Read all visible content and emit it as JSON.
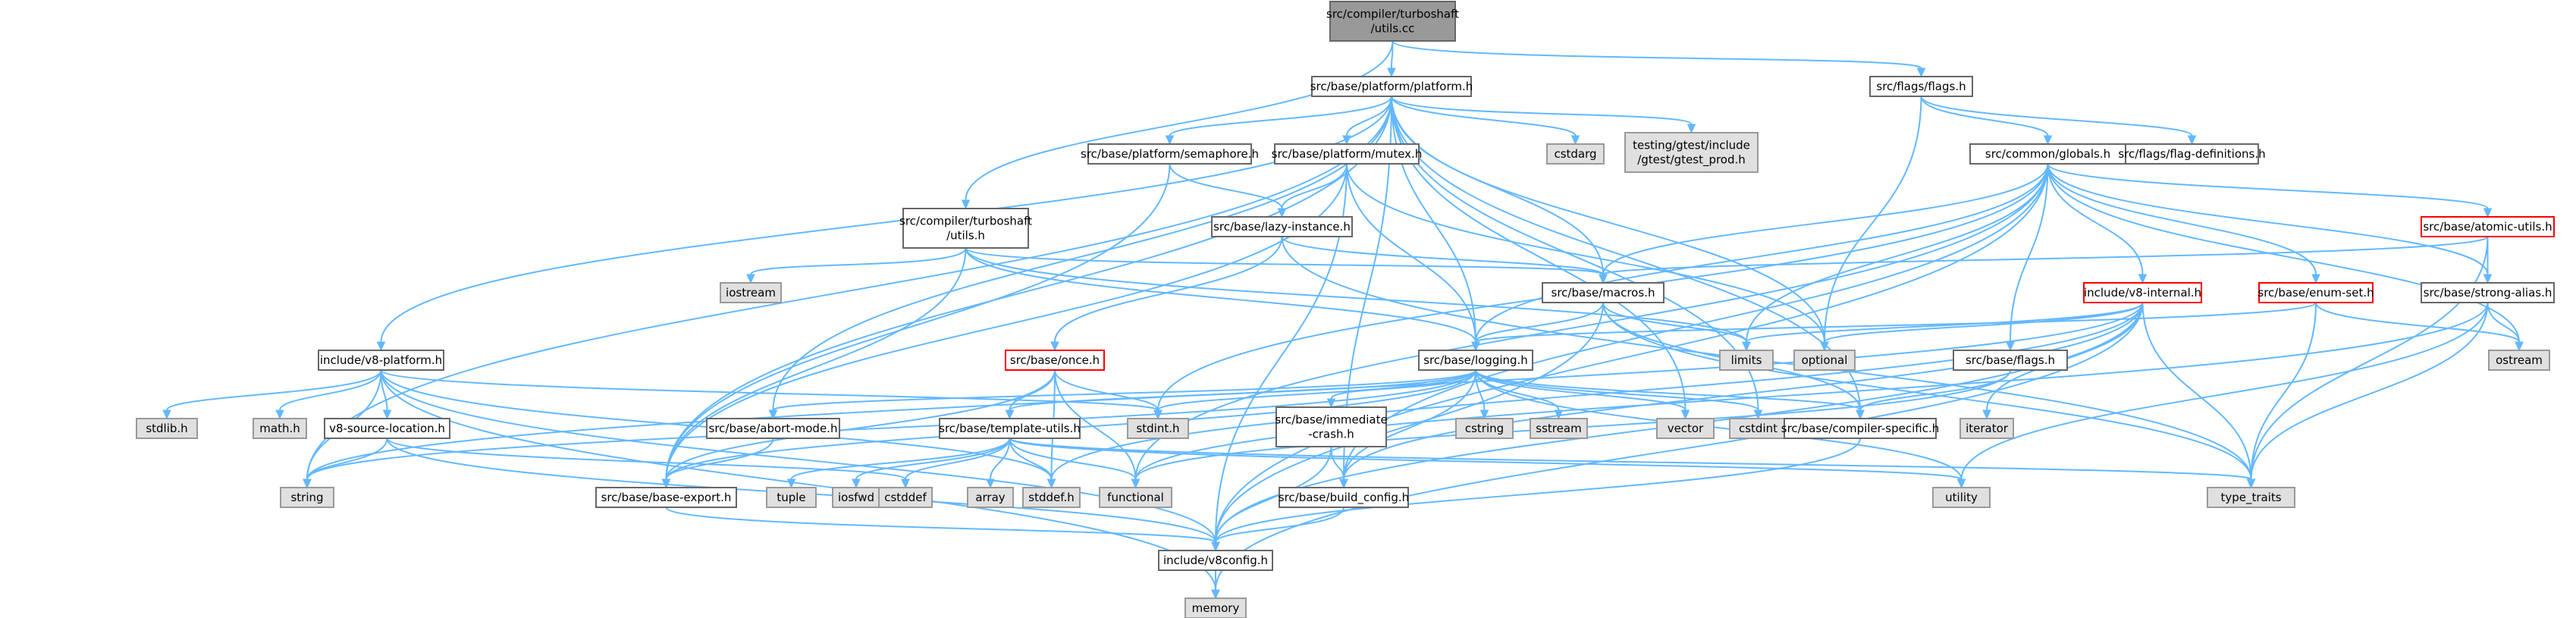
{
  "colors": {
    "edge": "#63b8ff",
    "root_fill": "#999999",
    "root_border": "#666666",
    "node_fill": "#ffffff",
    "node_border": "#666666",
    "sys_fill": "#e0e0e0",
    "sys_border": "#999999",
    "truncated_border": "#ff0000"
  },
  "nodes": [
    {
      "id": "root",
      "style": "root",
      "label": [
        "src/compiler/turboshaft",
        "/utils.cc"
      ]
    },
    {
      "id": "platform",
      "style": "normal",
      "label": [
        "src/base/platform/platform.h"
      ]
    },
    {
      "id": "flags",
      "style": "normal",
      "label": [
        "src/flags/flags.h"
      ]
    },
    {
      "id": "semaphore",
      "style": "normal",
      "label": [
        "src/base/platform/semaphore.h"
      ]
    },
    {
      "id": "mutex",
      "style": "normal",
      "label": [
        "src/base/platform/mutex.h"
      ]
    },
    {
      "id": "cstdarg",
      "style": "system",
      "label": [
        "cstdarg"
      ]
    },
    {
      "id": "gtest_prod",
      "style": "system",
      "label": [
        "testing/gtest/include",
        "/gtest/gtest_prod.h"
      ]
    },
    {
      "id": "globals",
      "style": "normal",
      "label": [
        "src/common/globals.h"
      ]
    },
    {
      "id": "flag_defs",
      "style": "normal",
      "label": [
        "src/flags/flag-definitions.h"
      ]
    },
    {
      "id": "ts_utils_h",
      "style": "normal",
      "label": [
        "src/compiler/turboshaft",
        "/utils.h"
      ]
    },
    {
      "id": "lazy_instance",
      "style": "normal",
      "label": [
        "src/base/lazy-instance.h"
      ]
    },
    {
      "id": "atomic_utils",
      "style": "truncated",
      "label": [
        "src/base/atomic-utils.h"
      ]
    },
    {
      "id": "iostream",
      "style": "system",
      "label": [
        "iostream"
      ]
    },
    {
      "id": "macros",
      "style": "normal",
      "label": [
        "src/base/macros.h"
      ]
    },
    {
      "id": "v8_internal",
      "style": "truncated",
      "label": [
        "include/v8-internal.h"
      ]
    },
    {
      "id": "enum_set",
      "style": "truncated",
      "label": [
        "src/base/enum-set.h"
      ]
    },
    {
      "id": "strong_alias",
      "style": "normal",
      "label": [
        "src/base/strong-alias.h"
      ]
    },
    {
      "id": "v8_platform",
      "style": "normal",
      "label": [
        "include/v8-platform.h"
      ]
    },
    {
      "id": "once",
      "style": "truncated",
      "label": [
        "src/base/once.h"
      ]
    },
    {
      "id": "limits",
      "style": "system",
      "label": [
        "limits"
      ]
    },
    {
      "id": "optional",
      "style": "system",
      "label": [
        "optional"
      ]
    },
    {
      "id": "ostream",
      "style": "system",
      "label": [
        "ostream"
      ]
    },
    {
      "id": "logging",
      "style": "normal",
      "label": [
        "src/base/logging.h"
      ]
    },
    {
      "id": "base_flags",
      "style": "normal",
      "label": [
        "src/base/flags.h"
      ]
    },
    {
      "id": "stdlib",
      "style": "system",
      "label": [
        "stdlib.h"
      ]
    },
    {
      "id": "math",
      "style": "system",
      "label": [
        "math.h"
      ]
    },
    {
      "id": "source_location",
      "style": "normal",
      "label": [
        "v8-source-location.h"
      ]
    },
    {
      "id": "abort_mode",
      "style": "normal",
      "label": [
        "src/base/abort-mode.h"
      ]
    },
    {
      "id": "stdint_h",
      "style": "system",
      "label": [
        "stdint.h"
      ]
    },
    {
      "id": "template_utils",
      "style": "normal",
      "label": [
        "src/base/template-utils.h"
      ]
    },
    {
      "id": "immediate_crash",
      "style": "normal",
      "label": [
        "src/base/immediate",
        "-crash.h"
      ]
    },
    {
      "id": "cstring",
      "style": "system",
      "label": [
        "cstring"
      ]
    },
    {
      "id": "sstream",
      "style": "system",
      "label": [
        "sstream"
      ]
    },
    {
      "id": "vector",
      "style": "system",
      "label": [
        "vector"
      ]
    },
    {
      "id": "cstdint",
      "style": "system",
      "label": [
        "cstdint"
      ]
    },
    {
      "id": "compiler_specific",
      "style": "normal",
      "label": [
        "src/base/compiler-specific.h"
      ]
    },
    {
      "id": "iterator",
      "style": "system",
      "label": [
        "iterator"
      ]
    },
    {
      "id": "string",
      "style": "system",
      "label": [
        "string"
      ]
    },
    {
      "id": "base_export",
      "style": "normal",
      "label": [
        "src/base/base-export.h"
      ]
    },
    {
      "id": "tuple",
      "style": "system",
      "label": [
        "tuple"
      ]
    },
    {
      "id": "iosfwd",
      "style": "system",
      "label": [
        "iosfwd"
      ]
    },
    {
      "id": "cstddef",
      "style": "system",
      "label": [
        "cstddef"
      ]
    },
    {
      "id": "array",
      "style": "system",
      "label": [
        "array"
      ]
    },
    {
      "id": "stddef",
      "style": "system",
      "label": [
        "stddef.h"
      ]
    },
    {
      "id": "functional",
      "style": "system",
      "label": [
        "functional"
      ]
    },
    {
      "id": "build_config",
      "style": "normal",
      "label": [
        "src/base/build_config.h"
      ]
    },
    {
      "id": "utility",
      "style": "system",
      "label": [
        "utility"
      ]
    },
    {
      "id": "type_traits",
      "style": "system",
      "label": [
        "type_traits"
      ]
    },
    {
      "id": "v8config",
      "style": "normal",
      "label": [
        "include/v8config.h"
      ]
    },
    {
      "id": "memory",
      "style": "system",
      "label": [
        "memory"
      ]
    }
  ],
  "edges": [
    [
      "root",
      "platform"
    ],
    [
      "root",
      "flags"
    ],
    [
      "root",
      "ts_utils_h"
    ],
    [
      "platform",
      "semaphore"
    ],
    [
      "platform",
      "mutex"
    ],
    [
      "platform",
      "cstdarg"
    ],
    [
      "platform",
      "gtest_prod"
    ],
    [
      "platform",
      "macros"
    ],
    [
      "platform",
      "logging"
    ],
    [
      "platform",
      "v8_platform"
    ],
    [
      "platform",
      "abort_mode"
    ],
    [
      "platform",
      "optional"
    ],
    [
      "platform",
      "string"
    ],
    [
      "platform",
      "vector"
    ],
    [
      "platform",
      "cstdint"
    ],
    [
      "platform",
      "compiler_specific"
    ],
    [
      "platform",
      "base_export"
    ],
    [
      "platform",
      "build_config"
    ],
    [
      "semaphore",
      "lazy_instance"
    ],
    [
      "semaphore",
      "base_export"
    ],
    [
      "mutex",
      "lazy_instance"
    ],
    [
      "mutex",
      "logging"
    ],
    [
      "mutex",
      "optional"
    ],
    [
      "mutex",
      "base_export"
    ],
    [
      "mutex",
      "v8config"
    ],
    [
      "lazy_instance",
      "once"
    ],
    [
      "lazy_instance",
      "macros"
    ],
    [
      "lazy_instance",
      "type_traits"
    ],
    [
      "flags",
      "globals"
    ],
    [
      "flags",
      "flag_defs"
    ],
    [
      "flags",
      "optional"
    ],
    [
      "globals",
      "logging"
    ],
    [
      "globals",
      "macros"
    ],
    [
      "globals",
      "limits"
    ],
    [
      "globals",
      "ostream"
    ],
    [
      "globals",
      "atomic_utils"
    ],
    [
      "globals",
      "v8_internal"
    ],
    [
      "globals",
      "enum_set"
    ],
    [
      "globals",
      "strong_alias"
    ],
    [
      "globals",
      "base_flags"
    ],
    [
      "globals",
      "build_config"
    ],
    [
      "globals",
      "functional"
    ],
    [
      "globals",
      "v8config"
    ],
    [
      "globals",
      "stdint_h"
    ],
    [
      "atomic_utils",
      "macros"
    ],
    [
      "atomic_utils",
      "strong_alias"
    ],
    [
      "atomic_utils",
      "type_traits"
    ],
    [
      "enum_set",
      "logging"
    ],
    [
      "enum_set",
      "ostream"
    ],
    [
      "enum_set",
      "type_traits"
    ],
    [
      "strong_alias",
      "ostream"
    ],
    [
      "strong_alias",
      "type_traits"
    ],
    [
      "strong_alias",
      "utility"
    ],
    [
      "strong_alias",
      "functional"
    ],
    [
      "v8_internal",
      "limits"
    ],
    [
      "v8_internal",
      "optional"
    ],
    [
      "v8_internal",
      "iterator"
    ],
    [
      "v8_internal",
      "type_traits"
    ],
    [
      "v8_internal",
      "memory"
    ],
    [
      "v8_internal",
      "v8config"
    ],
    [
      "v8_internal",
      "stddef"
    ],
    [
      "v8_internal",
      "string"
    ],
    [
      "v8_internal",
      "build_config"
    ],
    [
      "ts_utils_h",
      "iostream"
    ],
    [
      "ts_utils_h",
      "macros"
    ],
    [
      "ts_utils_h",
      "logging"
    ],
    [
      "ts_utils_h",
      "limits"
    ],
    [
      "ts_utils_h",
      "base_export"
    ],
    [
      "macros",
      "limits"
    ],
    [
      "macros",
      "logging"
    ],
    [
      "macros",
      "compiler_specific"
    ],
    [
      "macros",
      "type_traits"
    ],
    [
      "macros",
      "v8config"
    ],
    [
      "once",
      "stddef"
    ],
    [
      "once",
      "functional"
    ],
    [
      "once",
      "base_export"
    ],
    [
      "once",
      "stdint_h"
    ],
    [
      "once",
      "template_utils"
    ],
    [
      "logging",
      "abort_mode"
    ],
    [
      "logging",
      "template_utils"
    ],
    [
      "logging",
      "immediate_crash"
    ],
    [
      "logging",
      "cstring"
    ],
    [
      "logging",
      "sstream"
    ],
    [
      "logging",
      "vector"
    ],
    [
      "logging",
      "cstdint"
    ],
    [
      "logging",
      "compiler_specific"
    ],
    [
      "logging",
      "string"
    ],
    [
      "logging",
      "base_export"
    ],
    [
      "logging",
      "build_config"
    ],
    [
      "logging",
      "utility"
    ],
    [
      "logging",
      "stdint_h"
    ],
    [
      "base_flags",
      "compiler_specific"
    ],
    [
      "base_flags",
      "functional"
    ],
    [
      "v8_platform",
      "stdlib"
    ],
    [
      "v8_platform",
      "math"
    ],
    [
      "v8_platform",
      "source_location"
    ],
    [
      "v8_platform",
      "stddef"
    ],
    [
      "v8_platform",
      "stdint_h"
    ],
    [
      "v8_platform",
      "string"
    ],
    [
      "v8_platform",
      "memory"
    ],
    [
      "v8_platform",
      "v8config"
    ],
    [
      "source_location",
      "string"
    ],
    [
      "source_location",
      "cstddef"
    ],
    [
      "source_location",
      "v8config"
    ],
    [
      "abort_mode",
      "base_export"
    ],
    [
      "template_utils",
      "tuple"
    ],
    [
      "template_utils",
      "iosfwd"
    ],
    [
      "template_utils",
      "cstddef"
    ],
    [
      "template_utils",
      "array"
    ],
    [
      "template_utils",
      "stddef"
    ],
    [
      "template_utils",
      "functional"
    ],
    [
      "template_utils",
      "utility"
    ],
    [
      "template_utils",
      "type_traits"
    ],
    [
      "immediate_crash",
      "build_config"
    ],
    [
      "immediate_crash",
      "v8config"
    ],
    [
      "compiler_specific",
      "v8config"
    ],
    [
      "base_export",
      "v8config"
    ],
    [
      "build_config",
      "v8config"
    ],
    [
      "v8config",
      "memory"
    ]
  ]
}
